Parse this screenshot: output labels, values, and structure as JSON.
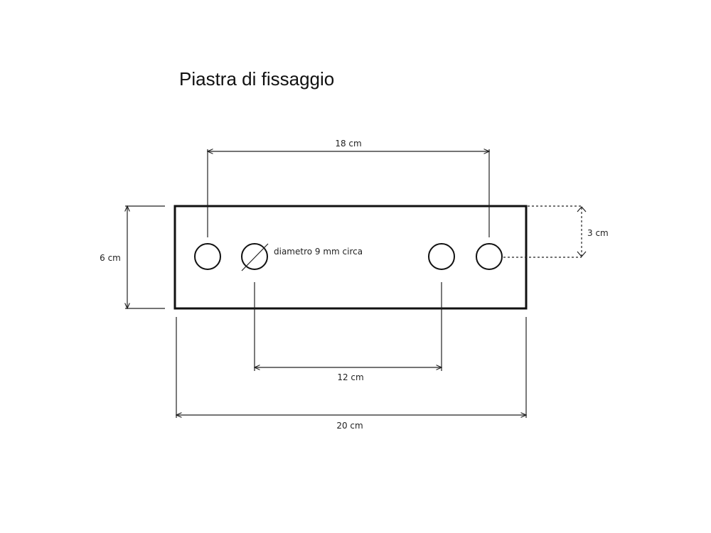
{
  "title": "Piastra di fissaggio",
  "dimensions": {
    "outer_hole_spacing": "18 cm",
    "inner_hole_spacing": "12 cm",
    "plate_length": "20 cm",
    "plate_height": "6 cm",
    "hole_center_offset": "3 cm",
    "hole_diameter_note": "diametro 9 mm circa"
  },
  "colors": {
    "stroke": "#111111",
    "background": "#ffffff"
  }
}
